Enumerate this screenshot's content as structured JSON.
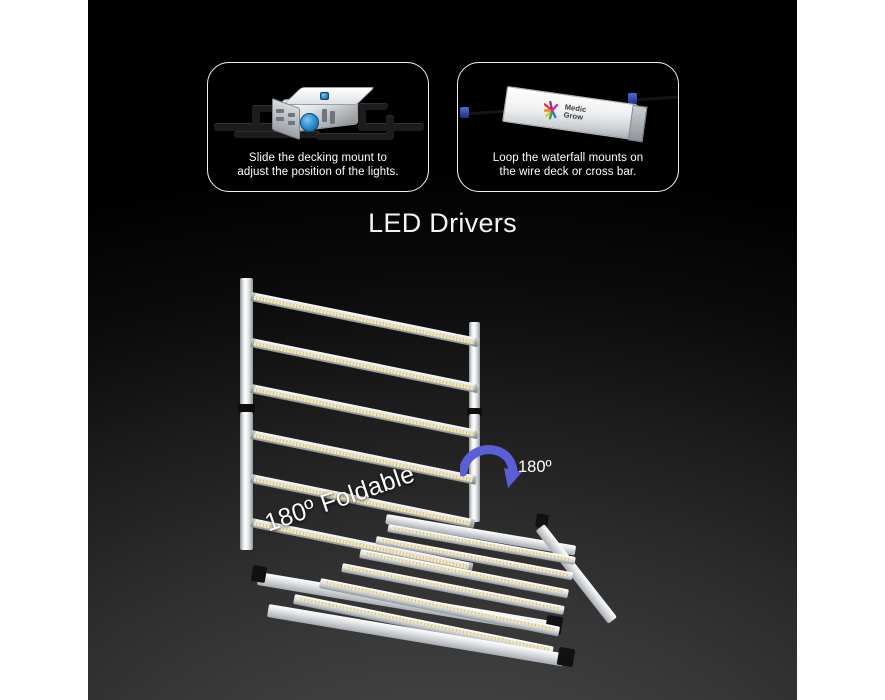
{
  "image": {
    "background_color": "#000000",
    "page_background": "#ffffff",
    "accent_blue": "#5b5fd6",
    "text_color": "#ffffff"
  },
  "heading": {
    "title": "LED Drivers"
  },
  "callouts": [
    {
      "id": "decking-mount",
      "caption": "Slide the decking mount to\nadjust the position of the lights.",
      "art": "led-driver-with-decking-mounts"
    },
    {
      "id": "waterfall-mount",
      "caption": "Loop the waterfall mounts on\nthe wire deck or cross bar.",
      "art": "led-driver-with-waterfall-mounts",
      "brand_line1": "Medic",
      "brand_line2": "Grow"
    }
  ],
  "annotations": {
    "foldable_label": "180º Foldable",
    "rotation_label": "180º",
    "rotation_arrow_color": "#5b5fd6"
  },
  "product": {
    "name": "foldable-led-grow-light-bar-fixture",
    "upright_bar_count": 6,
    "folded_bar_count": 6,
    "fold_angle_degrees": 180
  }
}
